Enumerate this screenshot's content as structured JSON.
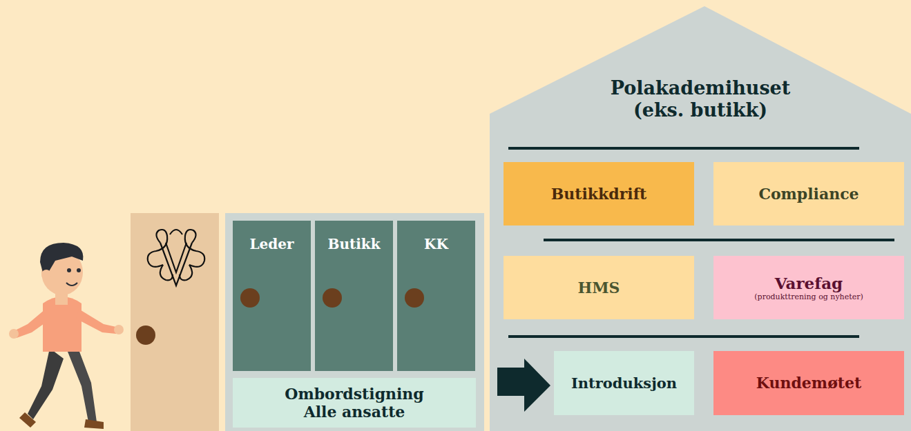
{
  "diagram": {
    "nodes": [
      {
        "text": [
          "Leder"
        ]
      },
      {
        "text": [
          "Butikk"
        ]
      },
      {
        "text": [
          "KK"
        ]
      },
      {
        "text": [
          "Ombordstigning Alle ansatte"
        ]
      },
      {
        "text": [
          "Polakademihuset (eks. butikk)"
        ]
      },
      {
        "text": [
          "Butikkdrift"
        ],
        "in": 4
      },
      {
        "text": [
          "Compliance"
        ],
        "in": 4
      },
      {
        "text": [
          "HMS"
        ],
        "in": 4
      },
      {
        "text": [
          "Varefag",
          "(produkttrening og nyheter)"
        ],
        "in": 4
      },
      {
        "text": [
          "Introduksjon"
        ],
        "in": 4
      },
      {
        "text": [
          "Kundemøtet"
        ],
        "in": 4
      }
    ]
  }
}
